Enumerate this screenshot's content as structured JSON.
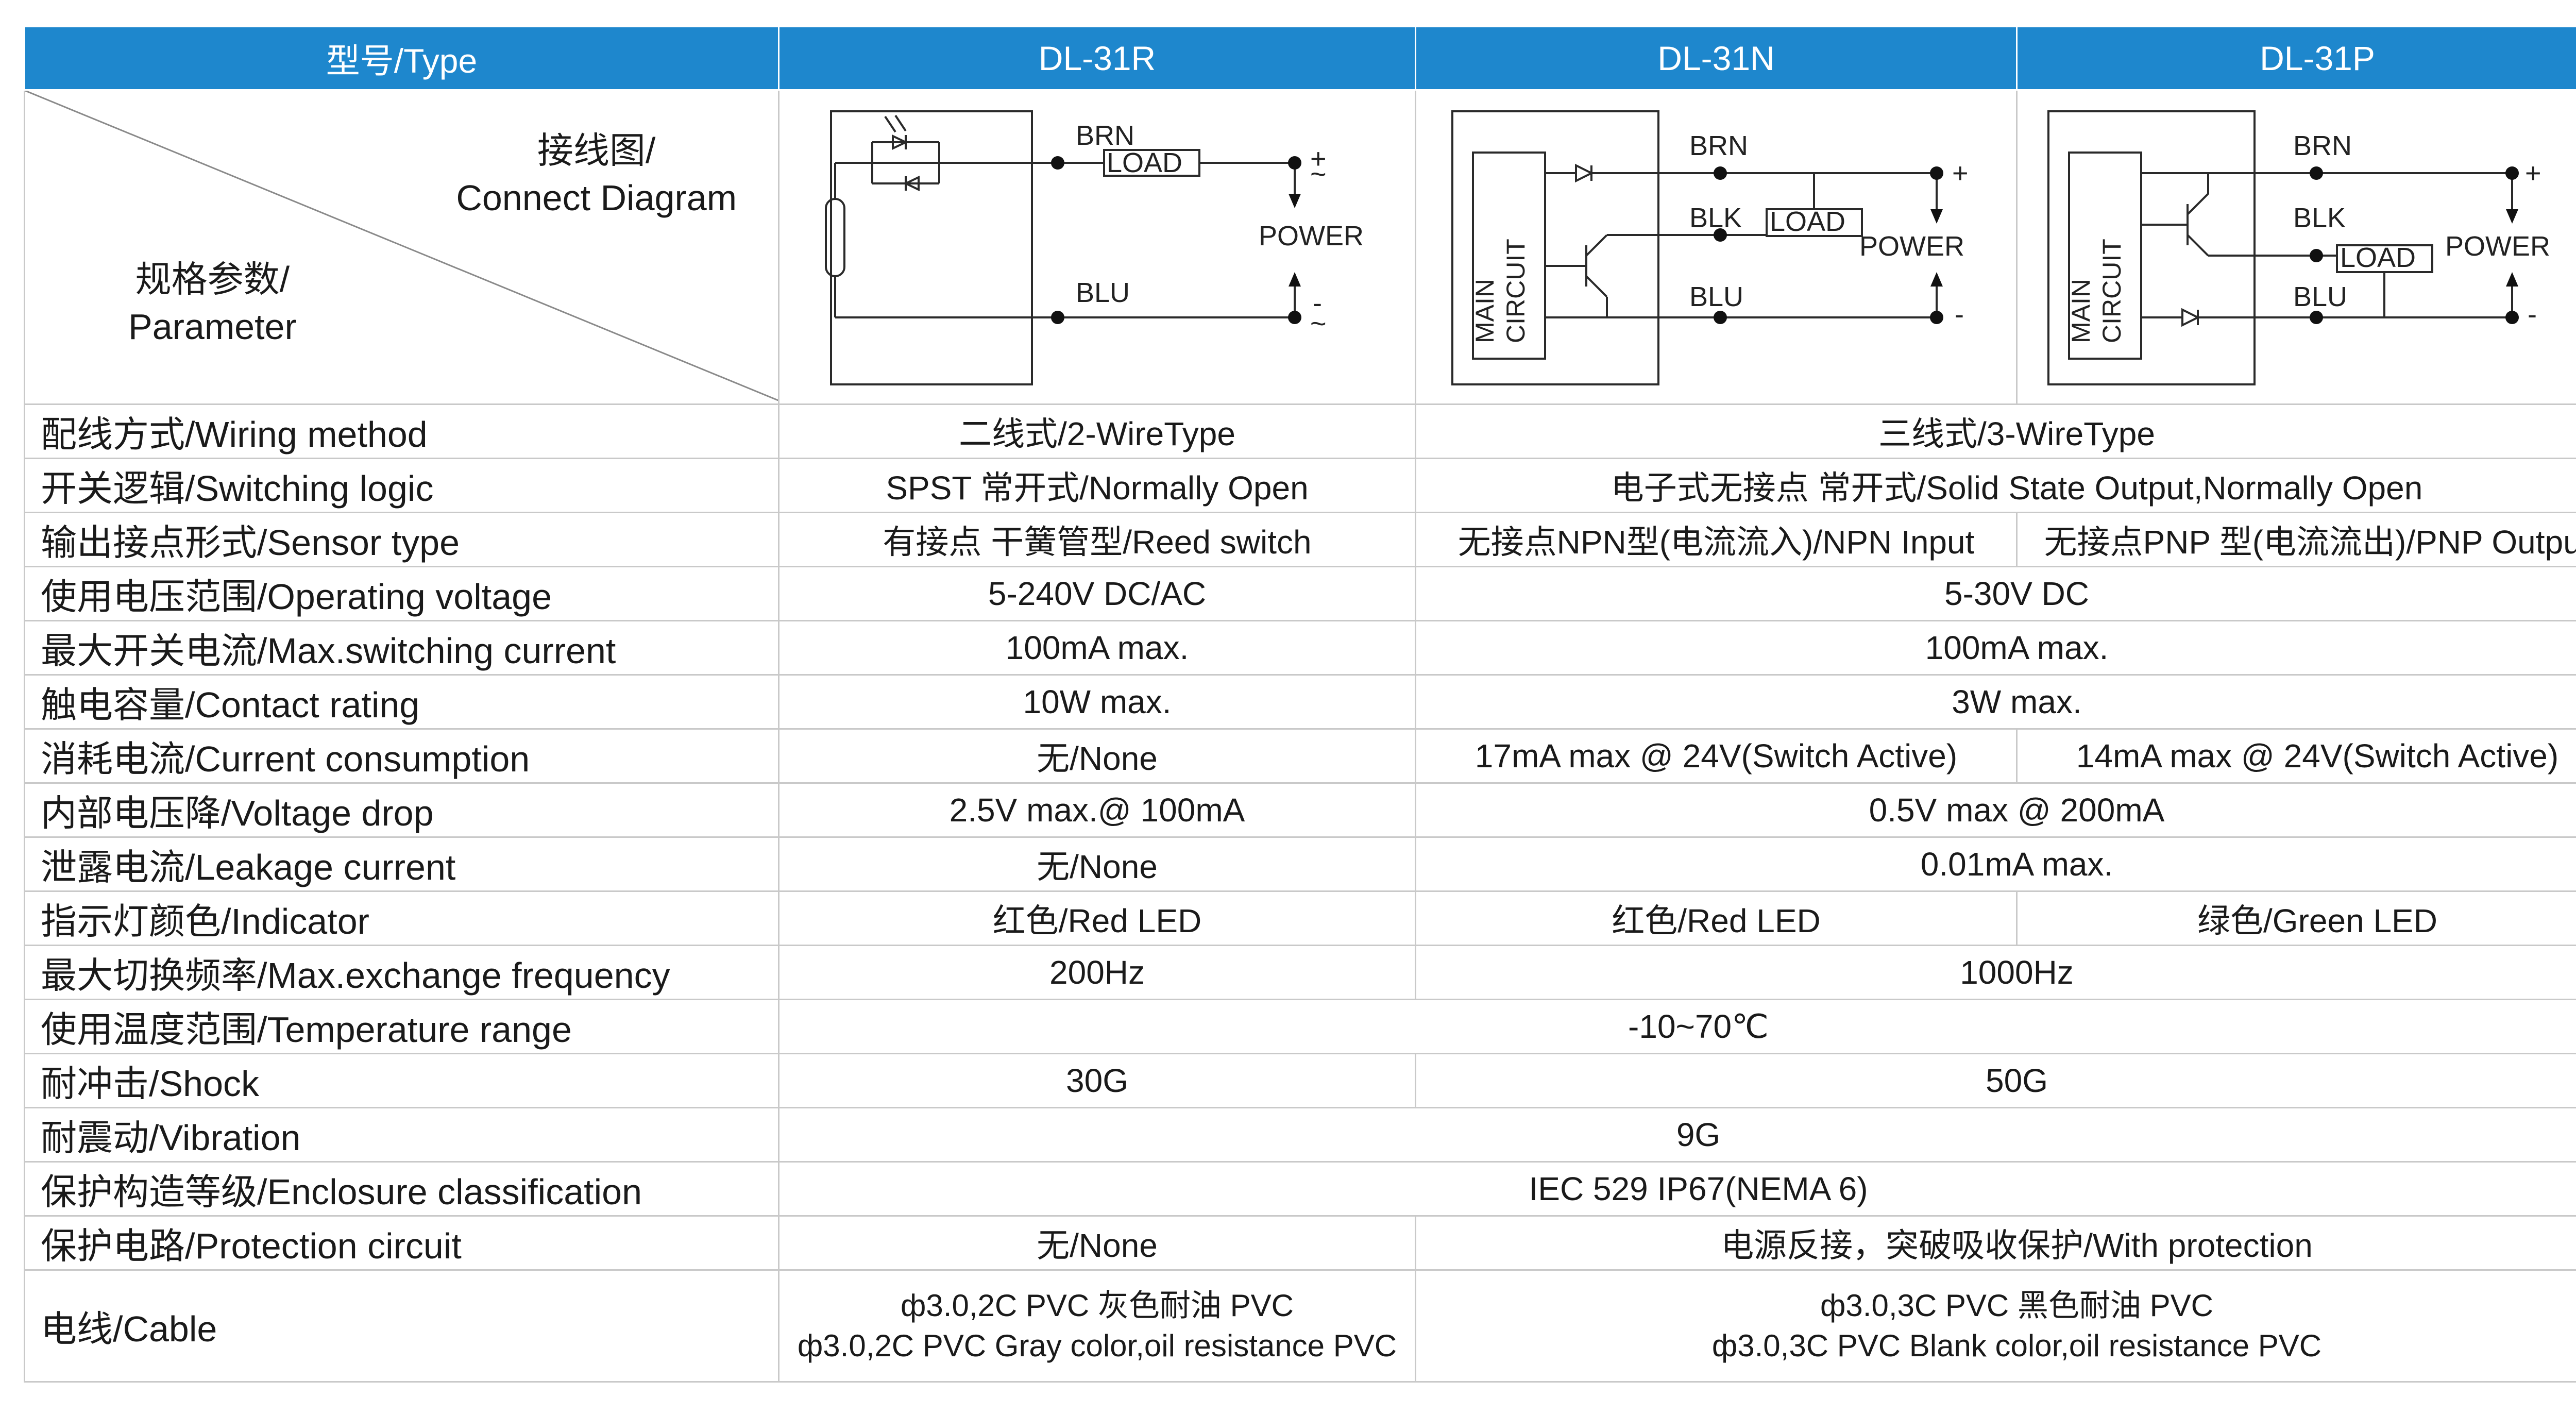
{
  "header": {
    "type_label": "型号/Type",
    "models": [
      "DL-31R",
      "DL-31N",
      "DL-31P"
    ]
  },
  "corner": {
    "diagram_cn": "接线图/",
    "diagram_en": "Connect Diagram",
    "param_cn": "规格参数/",
    "param_en": "Parameter"
  },
  "diagrams": {
    "r": {
      "brn": "BRN",
      "blu": "BLU",
      "load": "LOAD",
      "power": "POWER",
      "plus": "+",
      "minus": "-",
      "ac": "~"
    },
    "n": {
      "brn": "BRN",
      "blk": "BLK",
      "blu": "BLU",
      "load": "LOAD",
      "power": "POWER",
      "plus": "+",
      "minus": "-",
      "main": "MAIN",
      "circuit": "CIRCUIT"
    },
    "p": {
      "brn": "BRN",
      "blk": "BLK",
      "blu": "BLU",
      "load": "LOAD",
      "power": "POWER",
      "plus": "+",
      "minus": "-",
      "main": "MAIN",
      "circuit": "CIRCUIT"
    }
  },
  "rows": [
    {
      "label": "配线方式/Wiring method",
      "r": "二线式/2-WireType",
      "np": "三线式/3-WireType"
    },
    {
      "label": "开关逻辑/Switching logic",
      "r": "SPST 常开式/Normally Open",
      "np": "电子式无接点 常开式/Solid State Output,Normally Open"
    },
    {
      "label": "输出接点形式/Sensor type",
      "r": "有接点 干簧管型/Reed switch",
      "n": "无接点NPN型(电流流入)/NPN Input",
      "p": "无接点PNP 型(电流流出)/PNP Output"
    },
    {
      "label": "使用电压范围/Operating voltage",
      "r": "5-240V DC/AC",
      "np": "5-30V DC"
    },
    {
      "label": "最大开关电流/Max.switching current",
      "r": "100mA  max.",
      "np": "100mA max."
    },
    {
      "label": "触电容量/Contact rating",
      "r": "10W max.",
      "np": "3W max."
    },
    {
      "label": "消耗电流/Current consumption",
      "r": "无/None",
      "n": "17mA  max @ 24V(Switch Active)",
      "p": "14mA  max @ 24V(Switch Active)"
    },
    {
      "label": "内部电压降/Voltage drop",
      "r": "2.5V max.@ 100mA",
      "np": "0.5V max @ 200mA"
    },
    {
      "label": "泄露电流/Leakage current",
      "r": "无/None",
      "np": "0.01mA max."
    },
    {
      "label": "指示灯颜色/Indicator",
      "r": "红色/Red LED",
      "n": "红色/Red LED",
      "p": "绿色/Green LED"
    },
    {
      "label": "最大切换频率/Max.exchange frequency",
      "r": "200Hz",
      "np": "1000Hz"
    },
    {
      "label": "使用温度范围/Temperature range",
      "all": "-10~70℃"
    },
    {
      "label": "耐冲击/Shock",
      "r": "30G",
      "np": "50G"
    },
    {
      "label": "耐震动/Vibration",
      "all": "9G"
    },
    {
      "label": "保护构造等级/Enclosure classification",
      "all": "IEC 529 IP67(NEMA 6)"
    },
    {
      "label": "保护电路/Protection circuit",
      "r": "无/None",
      "np": "电源反接，突破吸收保护/With protection"
    }
  ],
  "cable": {
    "label": "电线/Cable",
    "r_line1": "ф3.0,2C PVC 灰色耐油 PVC",
    "r_line2": "ф3.0,2C PVC Gray color,oil resistance PVC",
    "np_line1": "ф3.0,3C PVC 黑色耐油 PVC",
    "np_line2": "ф3.0,3C PVC Blank color,oil resistance PVC"
  },
  "colors": {
    "header_bg": "#1e87cd",
    "border": "#c9c9c9"
  }
}
